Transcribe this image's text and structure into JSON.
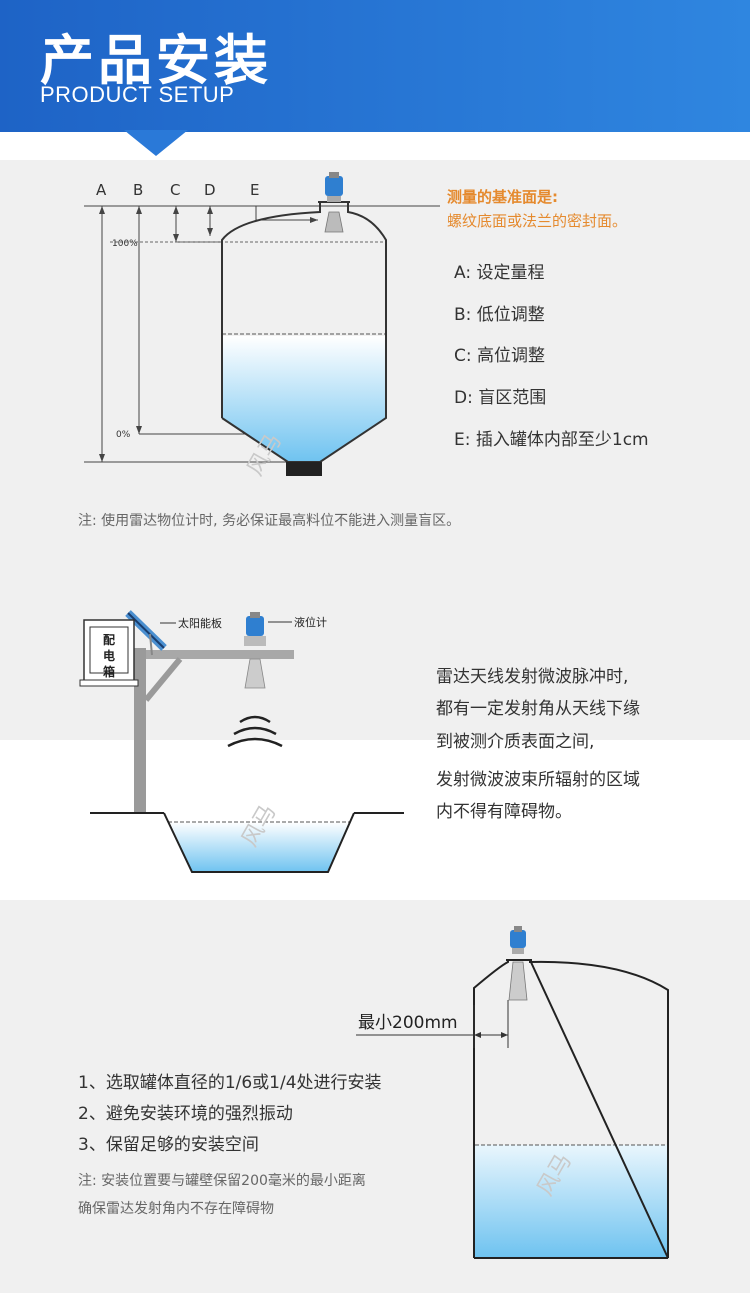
{
  "header": {
    "title": "产品安装",
    "subtitle": "PRODUCT SETUP"
  },
  "section1": {
    "letters": [
      "A",
      "B",
      "C",
      "D",
      "E"
    ],
    "level_100": "100%",
    "level_0": "0%",
    "ref_title": "测量的基准面是:",
    "ref_desc": "螺纹底面或法兰的密封面。",
    "legend": [
      "A: 设定量程",
      "B: 低位调整",
      "C: 高位调整",
      "D: 盲区范围",
      "E: 插入罐体内部至少1cm"
    ],
    "watermark": "风马",
    "note": "注: 使用雷达物位计时, 务必保证最高料位不能进入测量盲区。"
  },
  "section2": {
    "solar_label": "太阳能板",
    "gauge_label": "液位计",
    "box_label": "配电箱",
    "watermark": "风马",
    "paragraph": [
      "雷达天线发射微波脉冲时,",
      "都有一定发射角从天线下缘",
      "到被测介质表面之间,",
      "发射微波波束所辐射的区域",
      "内不得有障碍物。"
    ]
  },
  "section3": {
    "min_distance": "最小200mm",
    "watermark": "风马",
    "list": [
      "1、选取罐体直径的1/6或1/4处进行安装",
      "2、避免安装环境的强烈振动",
      "3、保留足够的安装空间"
    ],
    "note": [
      "注: 安装位置要与罐壁保留200毫米的最小距离",
      "确保雷达发射角内不存在障碍物"
    ]
  },
  "colors": {
    "header_start": "#1e63c6",
    "header_end": "#2f86e0",
    "orange": "#e58a2e",
    "liquid": "#6fc3f0",
    "gauge": "#2f7fd0"
  }
}
